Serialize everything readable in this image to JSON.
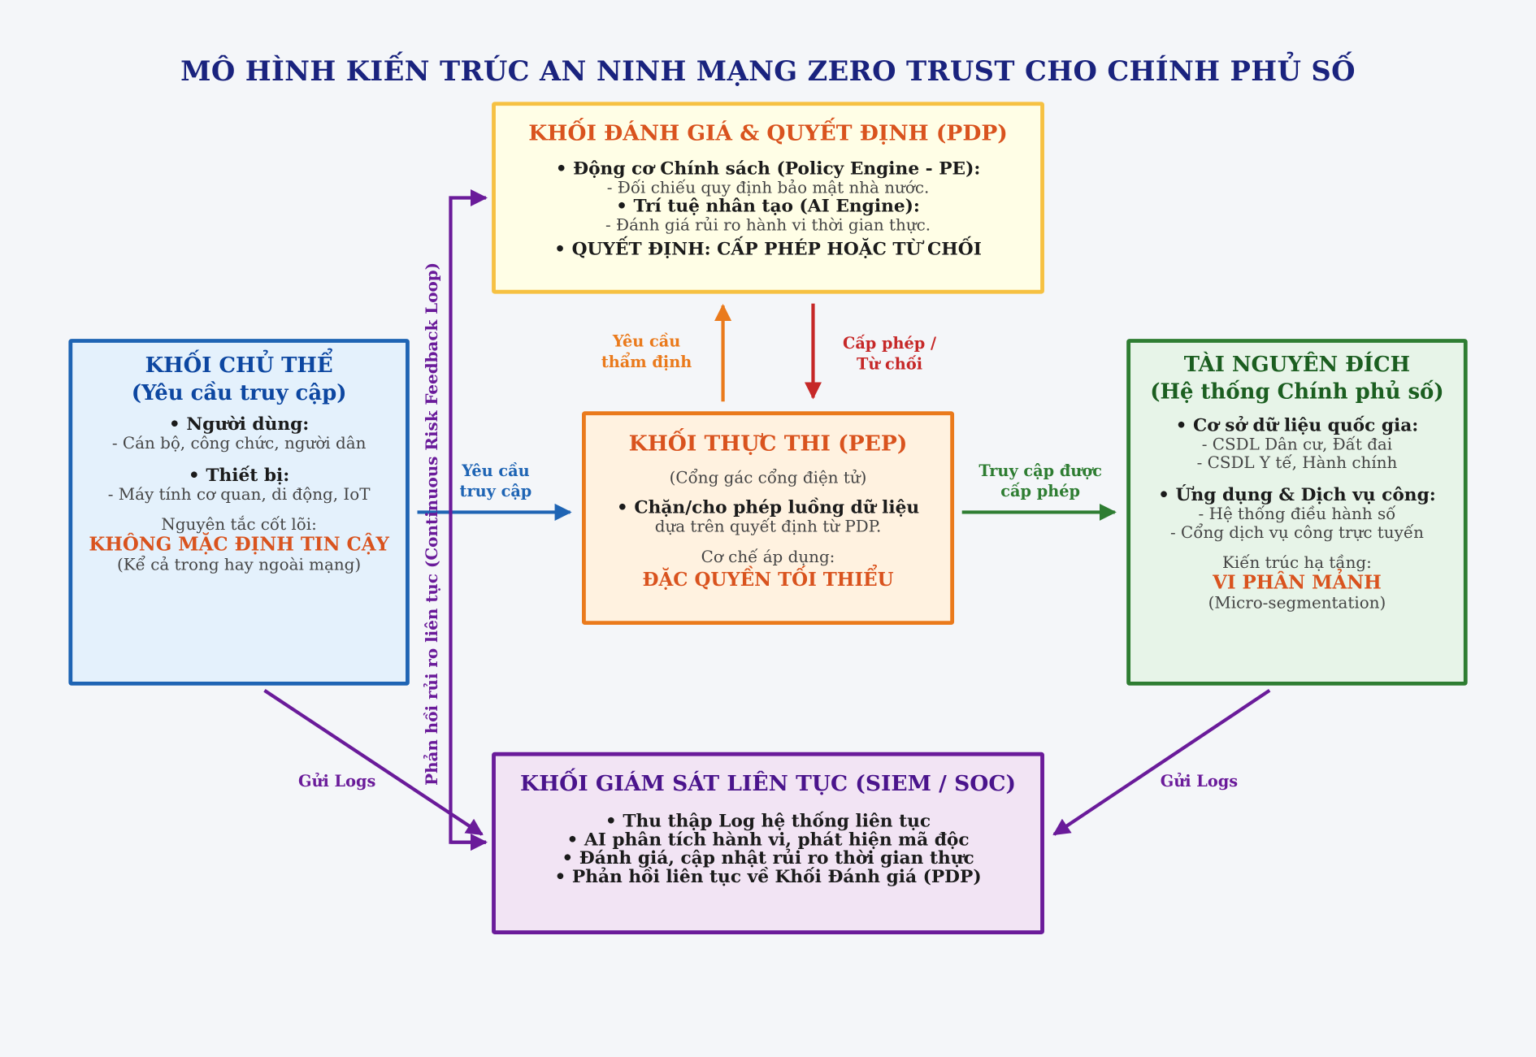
{
  "title": "MÔ HÌNH KIẾN TRÚC AN NINH MẠNG ZERO TRUST CHO CHÍNH PHỦ SỐ",
  "pdp": {
    "heading": "KHỐI ĐÁNH GIÁ & QUYẾT ĐỊNH (PDP)",
    "item1": "• Động cơ Chính sách (Policy Engine - PE):",
    "item1_sub": "- Đối chiếu quy định bảo mật nhà nước.",
    "item2": "• Trí tuệ nhân tạo (AI Engine):",
    "item2_sub": "- Đánh giá rủi ro hành vi thời gian thực.",
    "item3": "• QUYẾT ĐỊNH: CẤP PHÉP HOẶC TỪ CHỐI"
  },
  "subject": {
    "heading_line1": "KHỐI CHỦ THỂ",
    "heading_line2": "(Yêu cầu truy cập)",
    "item1": "• Người dùng:",
    "item1_sub": "- Cán bộ, công chức, người dân",
    "item2": "• Thiết bị:",
    "item2_sub": "- Máy tính cơ quan, di động, IoT",
    "principle_label": "Nguyên tắc cốt lõi:",
    "principle": "KHÔNG MẶC ĐỊNH TIN CẬY",
    "principle_note": "(Kể cả trong hay ngoài mạng)"
  },
  "pep": {
    "heading": "KHỐI THỰC THI (PEP)",
    "subtitle": "(Cổng gác cổng điện tử)",
    "item1": "• Chặn/cho phép luồng dữ liệu",
    "item1_sub": "dựa trên quyết định từ PDP.",
    "mechanism_label": "Cơ chế áp dụng:",
    "mechanism": "ĐẶC QUYỀN TỐI THIỂU"
  },
  "resource": {
    "heading_line1": "TÀI NGUYÊN ĐÍCH",
    "heading_line2": "(Hệ thống Chính phủ số)",
    "item1": "• Cơ sở dữ liệu quốc gia:",
    "item1_sub1": "- CSDL Dân cư, Đất đai",
    "item1_sub2": "- CSDL Y tế, Hành chính",
    "item2": "• Ứng dụng & Dịch vụ công:",
    "item2_sub1": "- Hệ thống điều hành số",
    "item2_sub2": "- Cổng dịch vụ công trực tuyến",
    "infra_label": "Kiến trúc hạ tầng:",
    "infra": "VI PHÂN MẢNH",
    "infra_note": "(Micro-segmentation)"
  },
  "monitor": {
    "heading": "KHỐI GIÁM SÁT LIÊN TỤC (SIEM / SOC)",
    "item1": "• Thu thập Log hệ thống liên tục",
    "item2": "• AI phân tích hành vi, phát hiện mã độc",
    "item3": "• Đánh giá, cập nhật rủi ro thời gian thực",
    "item4": "• Phản hồi liên tục về Khối Đánh giá (PDP)"
  },
  "labels": {
    "request_access_1": "Yêu cầu",
    "request_access_2": "truy cập",
    "request_assess_1": "Yêu cầu",
    "request_assess_2": "thẩm định",
    "grant_deny_1": "Cấp phép /",
    "grant_deny_2": "Từ chối",
    "granted_access_1": "Truy cập được",
    "granted_access_2": "cấp phép",
    "send_logs_left": "Gửi Logs",
    "send_logs_right": "Gửi Logs",
    "feedback_loop": "Phản hồi rủi ro liên tục (Continuous Risk Feedback Loop)"
  },
  "colors": {
    "title": "#1a237e",
    "subject": "#1e64b4",
    "pdp_border": "#f6c142",
    "pep": "#ea7a1c",
    "resource": "#2e7d32",
    "monitor": "#6a1b9a",
    "deny": "#c62828",
    "emphasis": "#d9531e"
  }
}
